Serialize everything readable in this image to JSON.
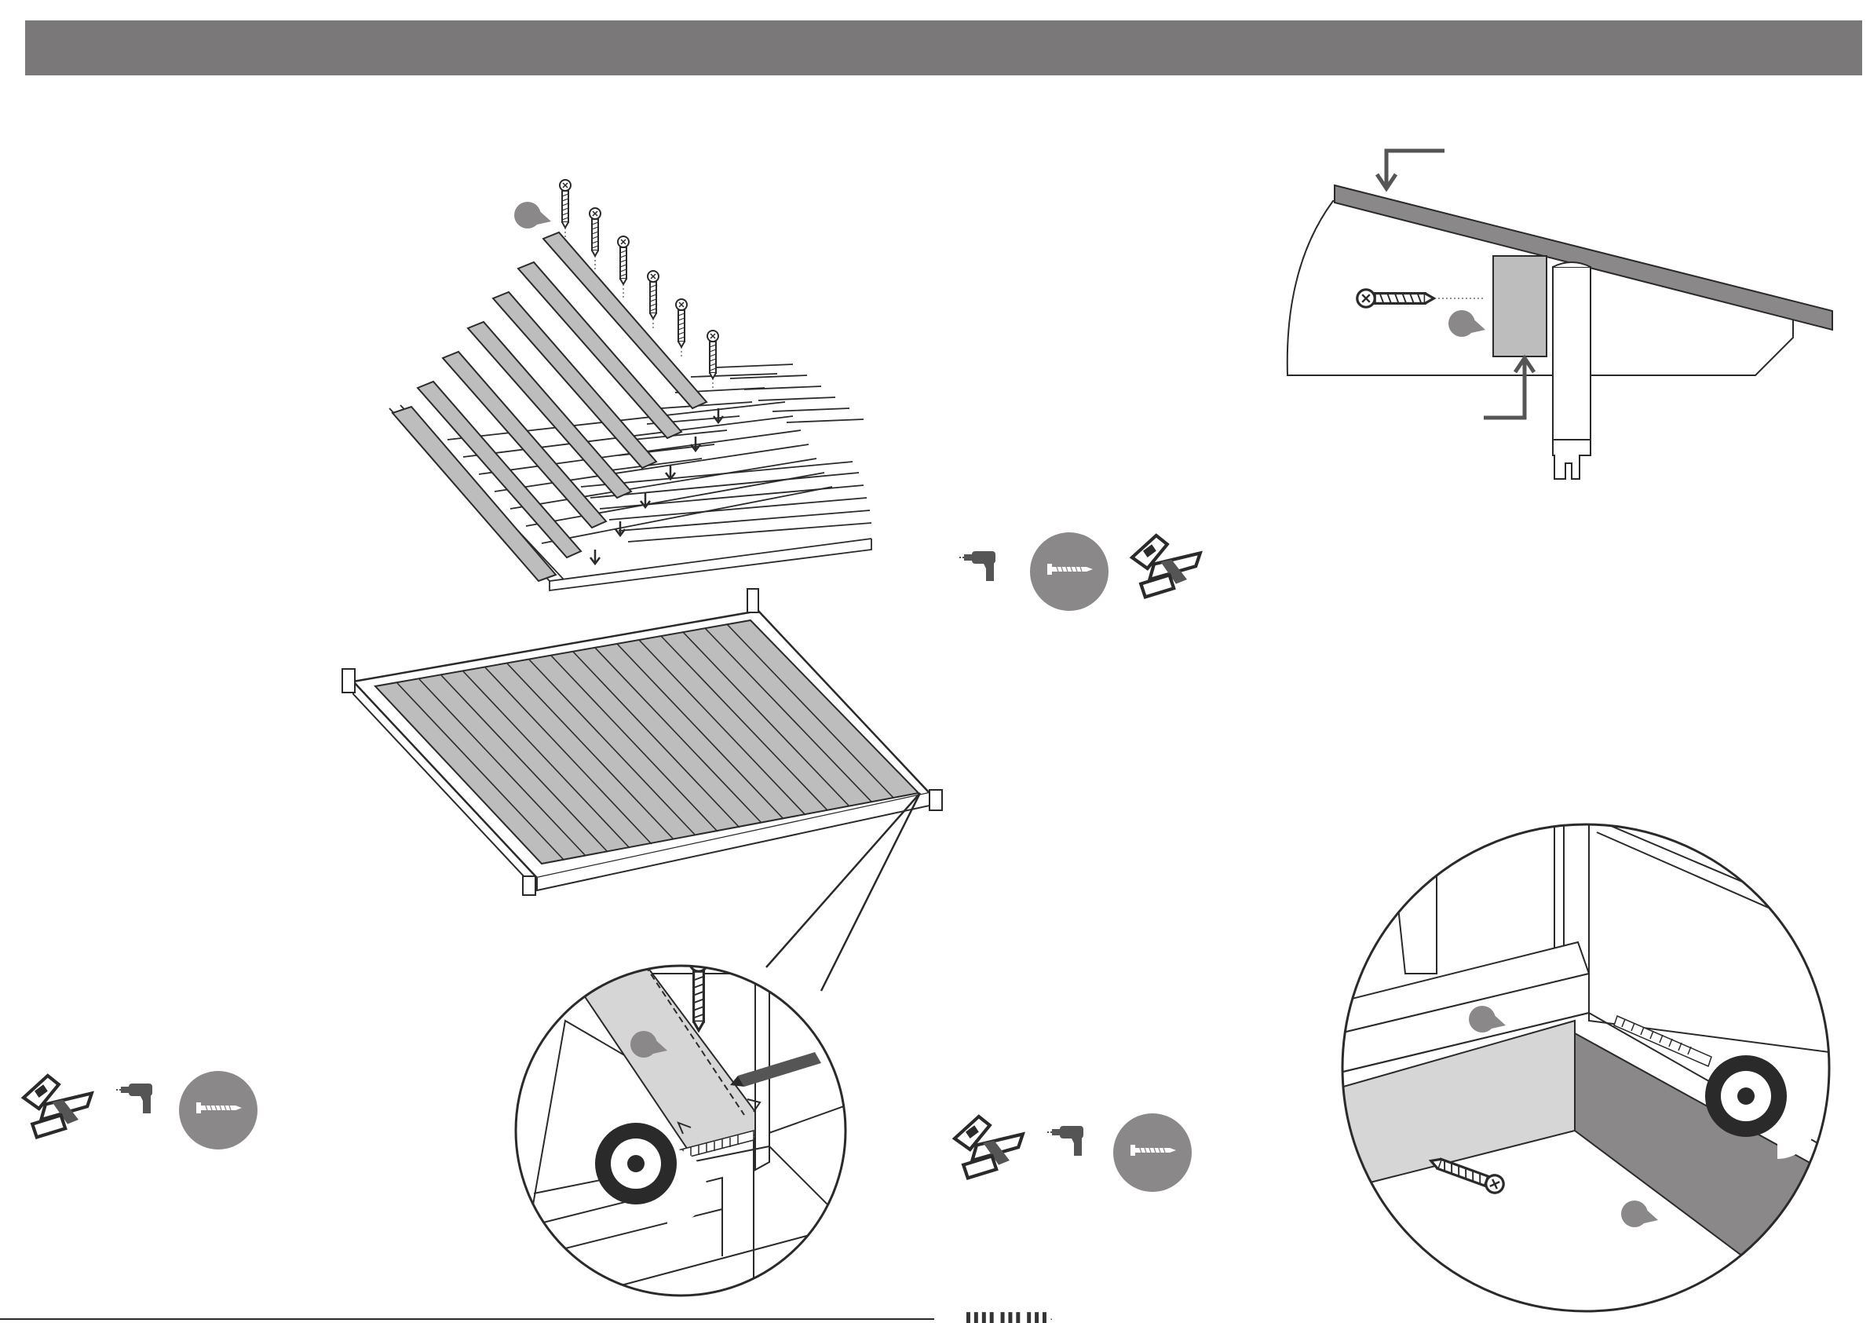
{
  "page": {
    "header_color": "#7a7878",
    "accent_gray": "#8a8888",
    "panel_gray": "#bdbdbd",
    "dark_gray": "#555555",
    "line_color": "#2a2a2a"
  },
  "icons": {
    "saw": "saw-icon",
    "drill": "drill-icon",
    "screw": "screw-icon",
    "tape_measure": "tape-measure-icon",
    "pencil": "pencil-icon",
    "callout": "callout-marker-icon"
  },
  "tool_groups": [
    {
      "name": "tools-top-center",
      "items": [
        "drill-icon",
        "screw-icon",
        "saw-icon"
      ]
    },
    {
      "name": "tools-bottom-left",
      "items": [
        "saw-icon",
        "drill-icon",
        "screw-icon"
      ]
    },
    {
      "name": "tools-bottom-center",
      "items": [
        "saw-icon",
        "drill-icon",
        "screw-icon"
      ]
    }
  ],
  "bottom_caption": "▐▐▐▐ ▐▐▐ ▐▐▐  ·"
}
